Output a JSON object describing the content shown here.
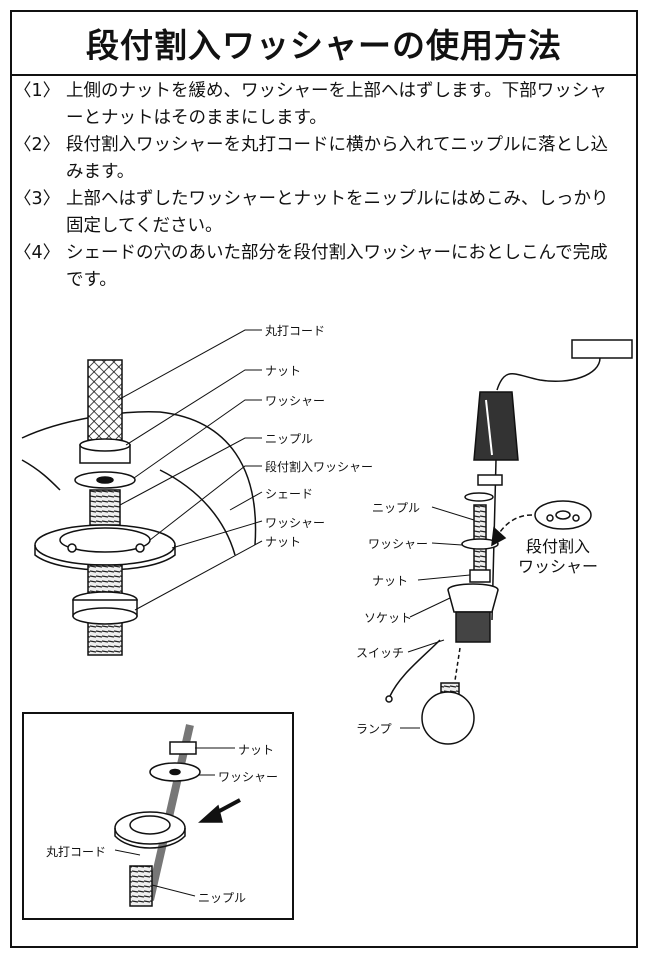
{
  "title": "段付割入ワッシャーの使用方法",
  "steps": [
    {
      "num": "〈1〉",
      "text": "上側のナットを緩め、ワッシャーを上部へはずします。下部ワッシャーとナットはそのままにします。"
    },
    {
      "num": "〈2〉",
      "text": "段付割入ワッシャーを丸打コードに横から入れてニップルに落とし込みます。"
    },
    {
      "num": "〈3〉",
      "text": "上部へはずしたワッシャーとナットをニップルにはめこみ、しっかり固定してください。"
    },
    {
      "num": "〈4〉",
      "text": "シェードの穴のあいた部分を段付割入ワッシャーにおとしこんで完成です。"
    }
  ],
  "fig_left": {
    "cord": "丸打コード",
    "nut_top": "ナット",
    "washer_top": "ワッシャー",
    "nipple": "ニップル",
    "stepped_washer": "段付割入ワッシャー",
    "shade": "シェード",
    "washer_bottom": "ワッシャー",
    "nut_bottom": "ナット"
  },
  "fig_right": {
    "nipple": "ニップル",
    "washer": "ワッシャー",
    "nut": "ナット",
    "socket": "ソケット",
    "switch": "スイッチ",
    "lamp": "ランプ",
    "stepped_washer": "段付割入\nワッシャー"
  },
  "fig_inset": {
    "nut": "ナット",
    "washer": "ワッシャー",
    "cord": "丸打コード",
    "nipple": "ニップル"
  }
}
